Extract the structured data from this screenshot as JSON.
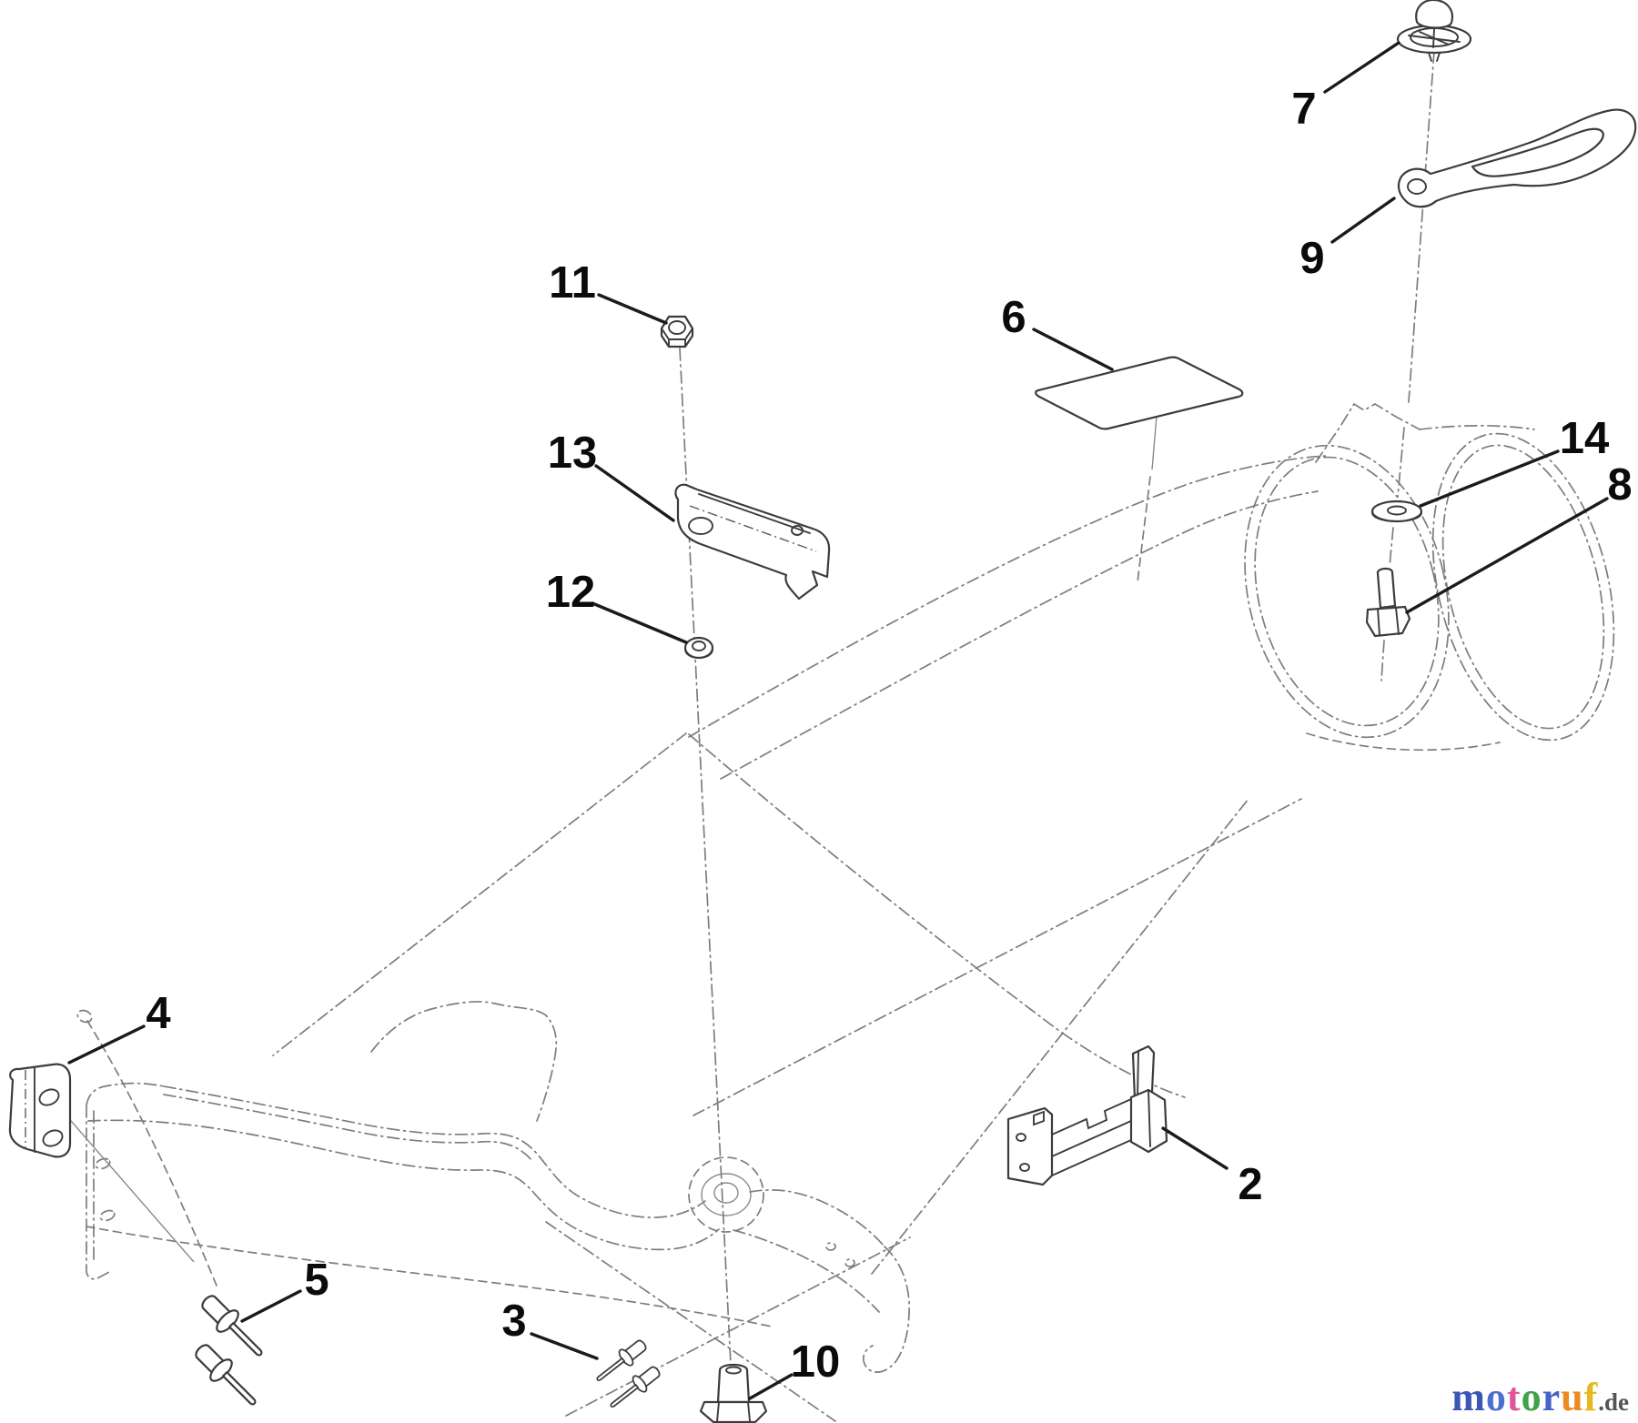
{
  "diagram": {
    "description": "Exploded parts diagram with numbered callouts",
    "callouts": [
      {
        "number": "2",
        "part": "latch-assembly"
      },
      {
        "number": "3",
        "part": "small-rivet-pair"
      },
      {
        "number": "4",
        "part": "corner-bracket"
      },
      {
        "number": "5",
        "part": "pop-rivet-pair"
      },
      {
        "number": "6",
        "part": "decal"
      },
      {
        "number": "7",
        "part": "push-pin-fastener"
      },
      {
        "number": "8",
        "part": "hex-bolt"
      },
      {
        "number": "9",
        "part": "latch-handle"
      },
      {
        "number": "10",
        "part": "hex-shoulder-bolt"
      },
      {
        "number": "11",
        "part": "lock-nut"
      },
      {
        "number": "12",
        "part": "small-washer"
      },
      {
        "number": "13",
        "part": "hook-bracket"
      },
      {
        "number": "14",
        "part": "large-washer"
      }
    ],
    "colors": {
      "phantom_line": "#7d7d7d",
      "part_outline": "#3c3c3c",
      "leader_line": "#1b1b1b",
      "label_text": "#0b0b0b",
      "background": "#ffffff"
    }
  },
  "watermark": {
    "letters": [
      {
        "ch": "m",
        "color": "#3a57b5"
      },
      {
        "ch": "o",
        "color": "#4d6fd1"
      },
      {
        "ch": "t",
        "color": "#e0559e"
      },
      {
        "ch": "o",
        "color": "#3fa14b"
      },
      {
        "ch": "r",
        "color": "#4664c4"
      },
      {
        "ch": "u",
        "color": "#ec8b1f"
      },
      {
        "ch": "f",
        "color": "#e5b91f"
      }
    ],
    "suffix": ".de",
    "suffix_color": "#555555"
  }
}
